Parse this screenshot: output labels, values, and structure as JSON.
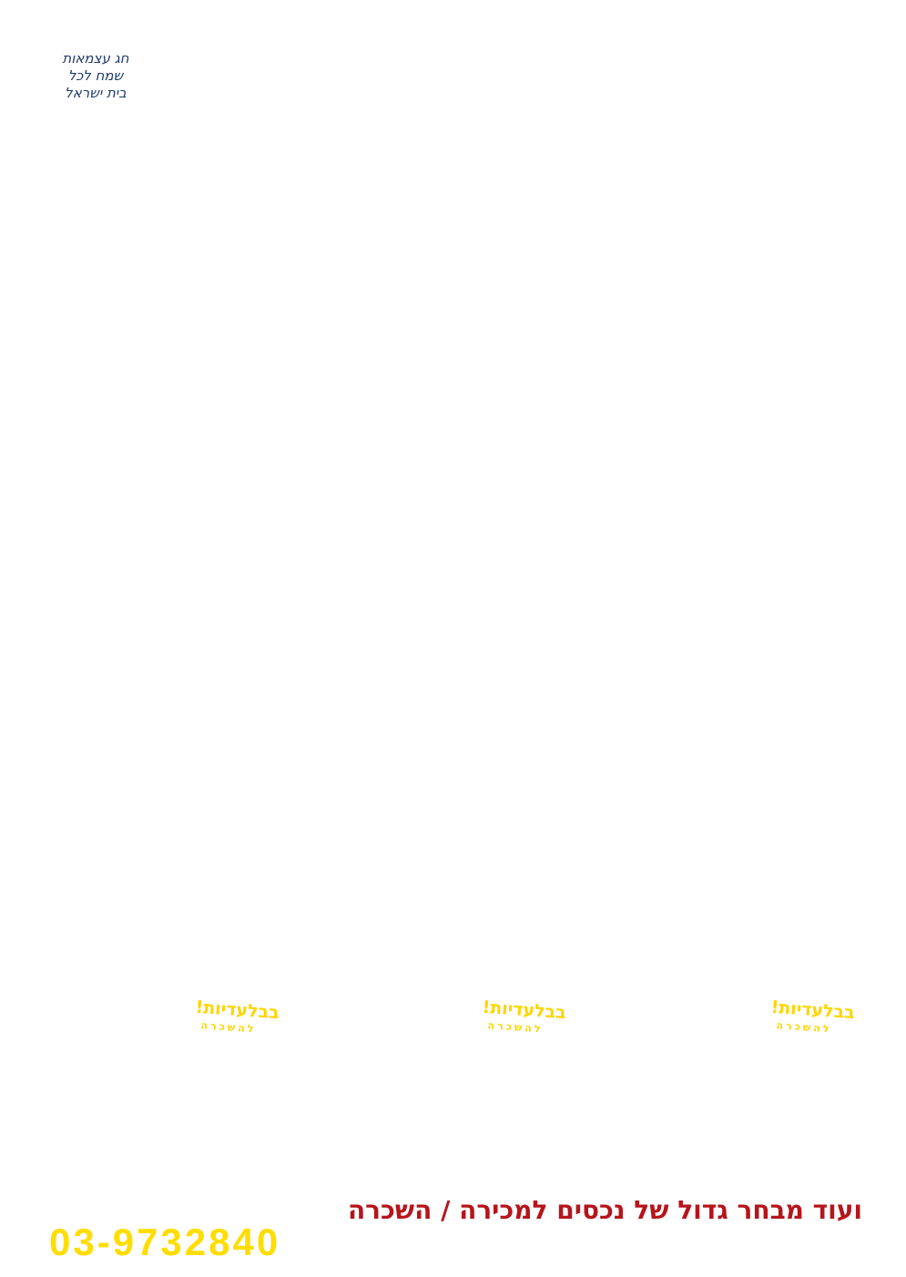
{
  "greeting": {
    "lines": [
      "חג עצמאות",
      "שמח לכל",
      "בית ישראל"
    ]
  },
  "badges": [
    {
      "title": "בבלעדיות!",
      "subtitle": "להשכרה"
    },
    {
      "title": "בבלעדיות!",
      "subtitle": "להשכרה"
    },
    {
      "title": "בבלעדיות!",
      "subtitle": "להשכרה"
    }
  ],
  "footer": {
    "tagline": "ועוד מבחר גדול של נכסים למכירה / השכרה",
    "phone": "03-9732840"
  },
  "colors": {
    "navy": "#1f3a6e",
    "yellow": "#ffd500",
    "red": "#b5151b"
  }
}
